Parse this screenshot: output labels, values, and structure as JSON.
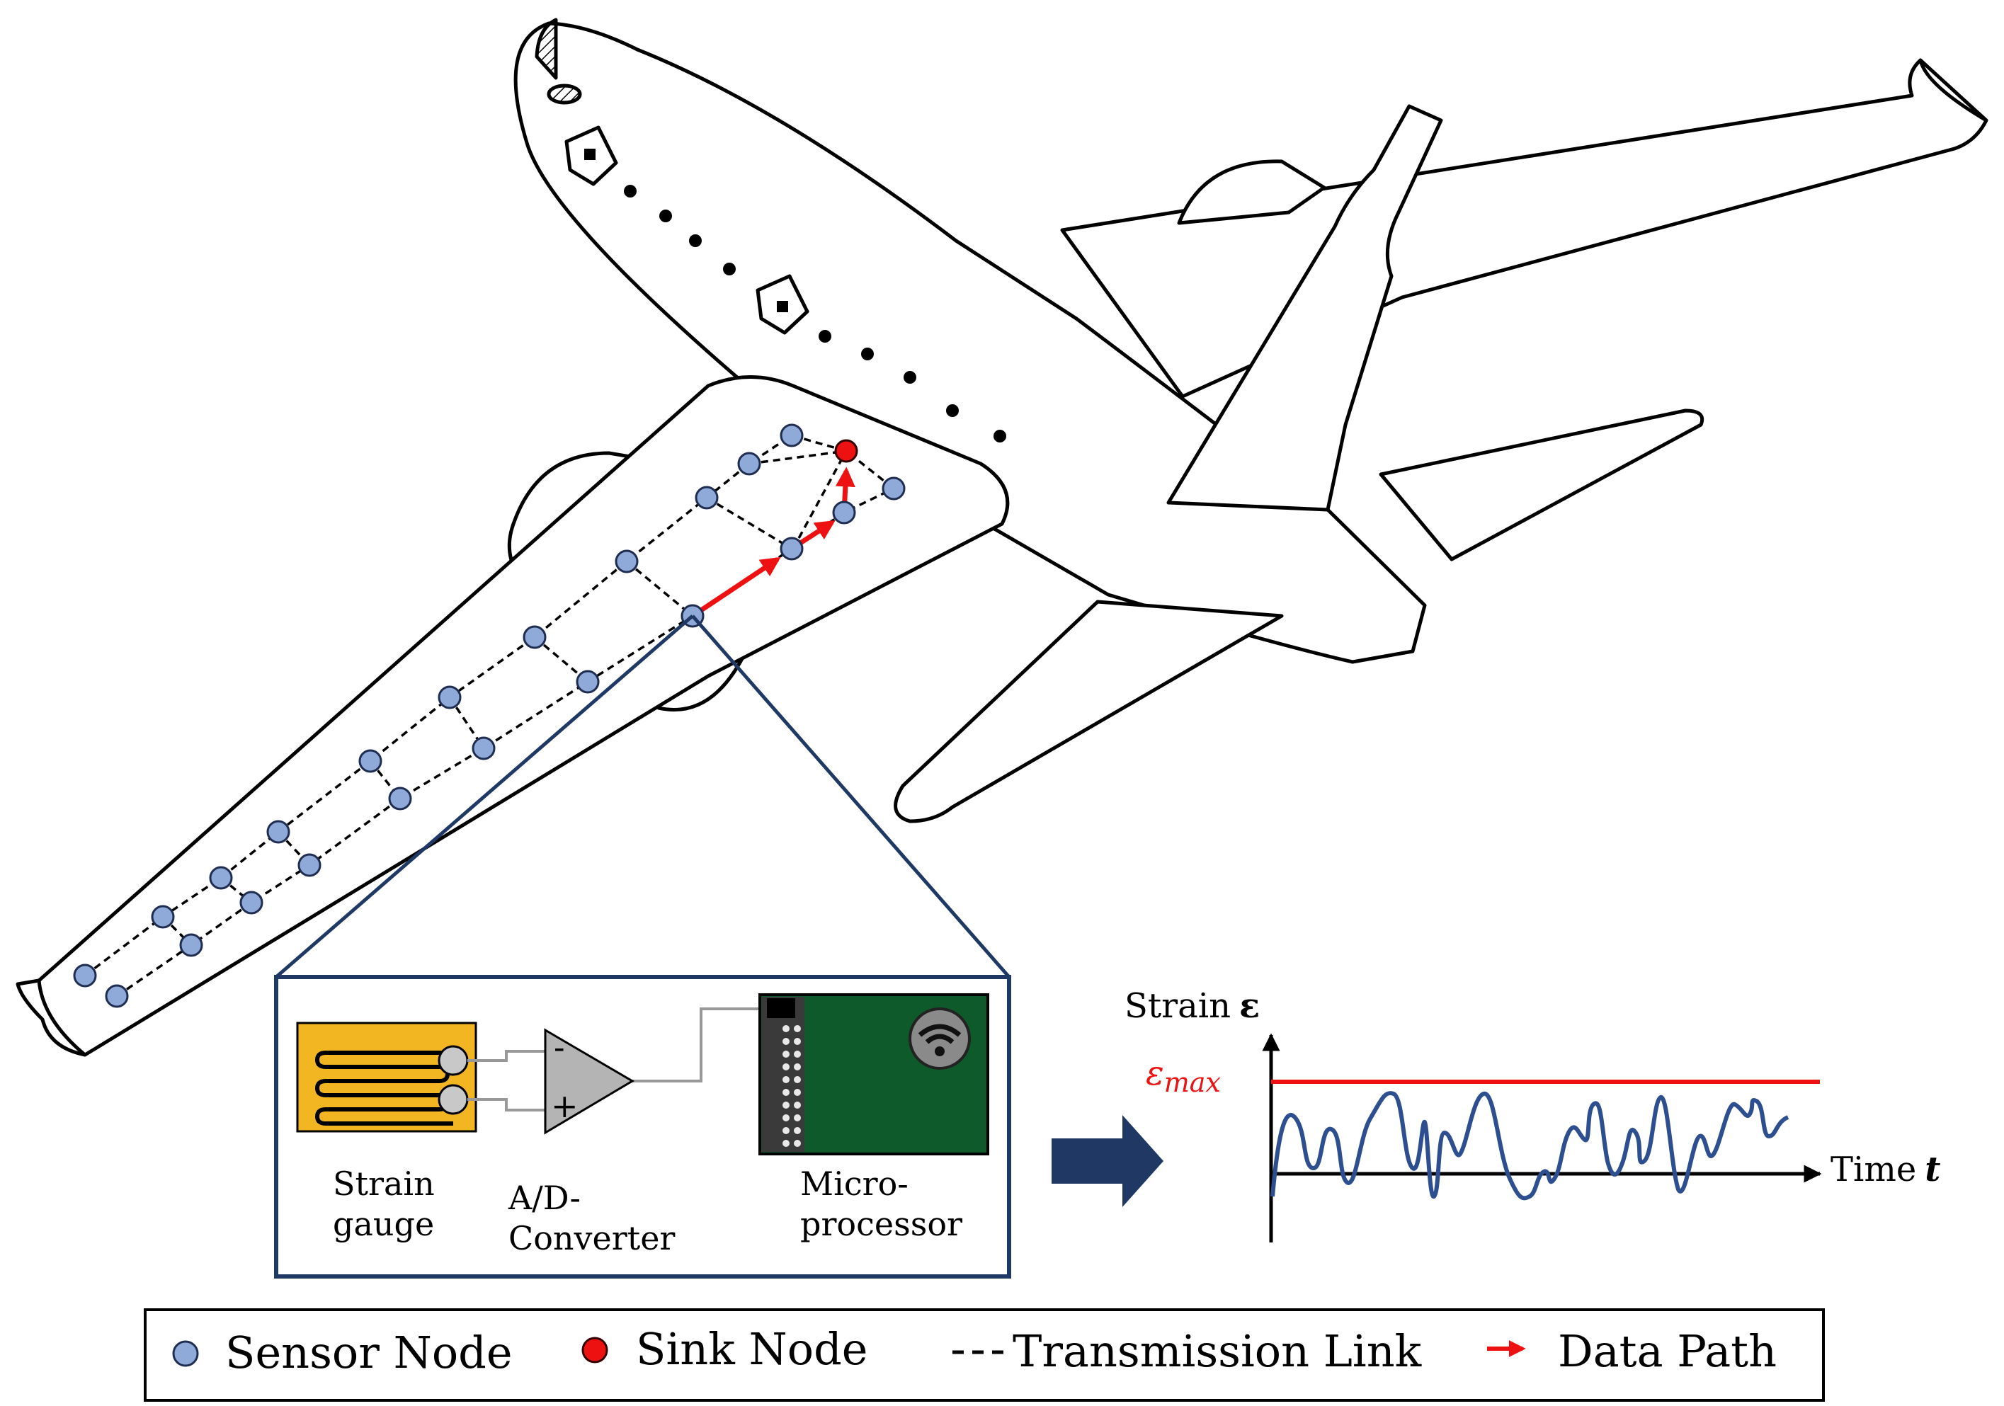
{
  "components": {
    "strain_gauge": [
      "Strain",
      "gauge"
    ],
    "converter": [
      "A/D-",
      "Converter"
    ],
    "microprocessor": [
      "Micro-",
      "processor"
    ]
  },
  "plot": {
    "y_label": "Strain",
    "y_symbol": "ε",
    "threshold_label": "ε",
    "threshold_subscript": "max",
    "x_label": "Time",
    "x_symbol": "t"
  },
  "legend": {
    "sensor": "Sensor Node",
    "sink": "Sink Node",
    "link": "Transmission Link",
    "path": "Data Path"
  },
  "colors": {
    "sensor_node": "#8fa9d8",
    "sink_node": "#ee1111",
    "data_path": "#ee1111",
    "frame": "#1f3864",
    "strain_signal": "#2e4f8f",
    "gauge": "#f2b622",
    "board": "#0e5a2a"
  },
  "icons": [
    "wifi-icon",
    "arrow-right-icon"
  ]
}
